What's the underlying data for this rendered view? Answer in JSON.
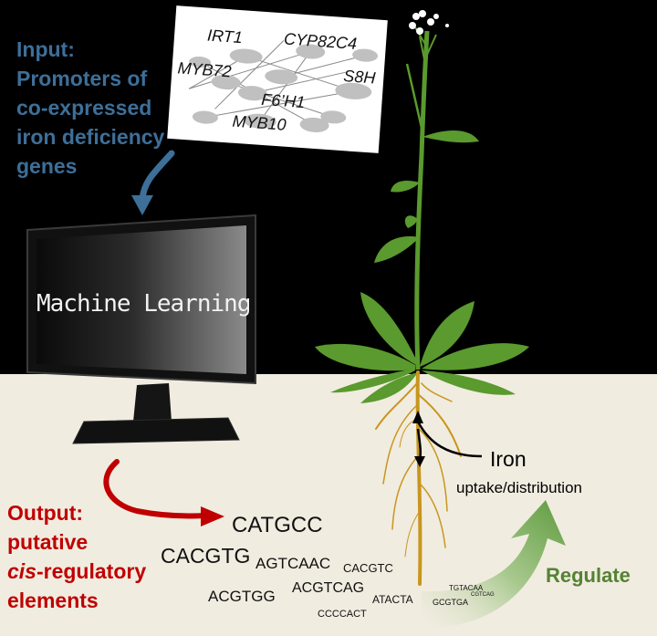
{
  "input": {
    "line1": "Input:",
    "line2": "Promoters of",
    "line3": "co-expressed",
    "line4": "iron deficiency",
    "line5": "genes"
  },
  "network": {
    "genes": [
      "IRT1",
      "CYP82C4",
      "MYB72",
      "S8H",
      "F6’H1",
      "MYB10"
    ]
  },
  "monitor": {
    "text": "Machine Learning"
  },
  "output": {
    "line1": "Output:",
    "line2": "putative",
    "line3_italic": "cis",
    "line3_rest": "-regulatory",
    "line4": "elements"
  },
  "motifs": [
    "CATGCC",
    "CACGTG",
    "AGTCAAC",
    "CACGTC",
    "ACGTGG",
    "ACGTCAG",
    "ATACTA",
    "CCCCACT",
    "TGTACAA",
    "CGTCAG",
    "GCGTGA"
  ],
  "iron": {
    "title": "Iron",
    "subtitle": "uptake/distribution"
  },
  "regulate": {
    "label": "Regulate"
  },
  "colors": {
    "blue": "#3d6f99",
    "red": "#c00000",
    "green": "#548235",
    "leaf": "#5a9a2e",
    "root": "#c8961e",
    "soil": "#f1ece0"
  }
}
